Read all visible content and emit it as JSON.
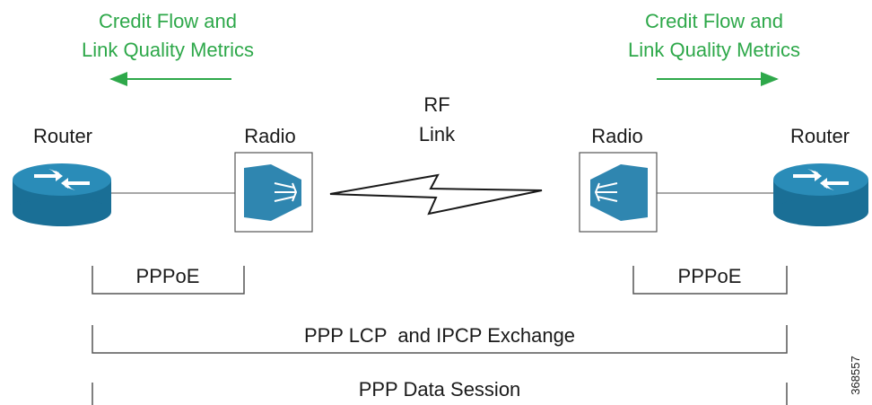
{
  "colors": {
    "accent_green": "#2ea84a",
    "router_blue": "#1a6f96",
    "router_top": "#2a8cb8",
    "radio_blue": "#2f86b0",
    "line_gray": "#8a8a8a",
    "text": "#1a1a1a"
  },
  "left": {
    "metrics_line1": "Credit Flow and",
    "metrics_line2": "Link Quality Metrics",
    "arrow_direction": "left",
    "router_label": "Router",
    "radio_label": "Radio",
    "pppoe_label": "PPPoE"
  },
  "right": {
    "metrics_line1": "Credit Flow and",
    "metrics_line2": "Link Quality Metrics",
    "arrow_direction": "right",
    "router_label": "Router",
    "radio_label": "Radio",
    "pppoe_label": "PPPoE"
  },
  "rf_link": {
    "line1": "RF",
    "line2": "Link"
  },
  "sessions": {
    "lcp_label": "PPP LCP  and IPCP Exchange",
    "data_label": "PPP Data Session"
  },
  "figure_id": "368557",
  "icons": [
    "router-icon",
    "radio-icon",
    "lightning-link-icon",
    "arrow-left-icon",
    "arrow-right-icon"
  ]
}
